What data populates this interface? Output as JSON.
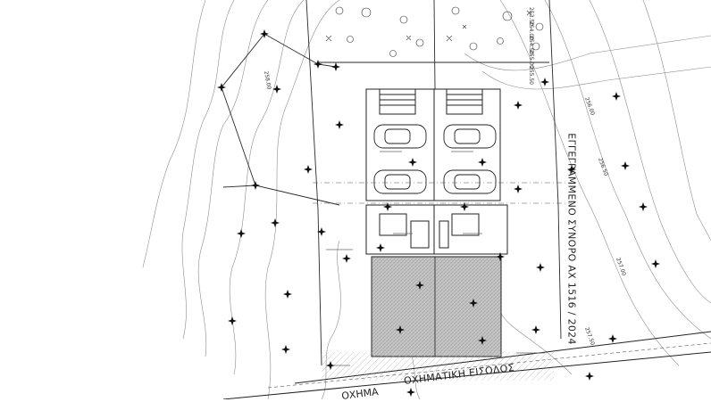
{
  "drawing": {
    "boundary_label": "ΕΓΓΕΓΡΑΜΜΕΝΟ ΣΥΝΟΡΟ ΑΧ 1516 / 2024",
    "road_label": "ΟΧΗΜΑΤΙΚΗ ΕΙΣΟΔΟΣ",
    "road_label_partial": "ΟΧΗΜΑ",
    "contour_labels": [
      "253.50",
      "254.00",
      "254.50",
      "255.00",
      "255.50",
      "256.00",
      "256.50",
      "257.00",
      "257.50",
      "258.00"
    ],
    "colors": {
      "line": "#333333",
      "contour": "#8a8a8a",
      "hatch": "#bdbdbd",
      "accent_red": "#dd2222"
    }
  }
}
